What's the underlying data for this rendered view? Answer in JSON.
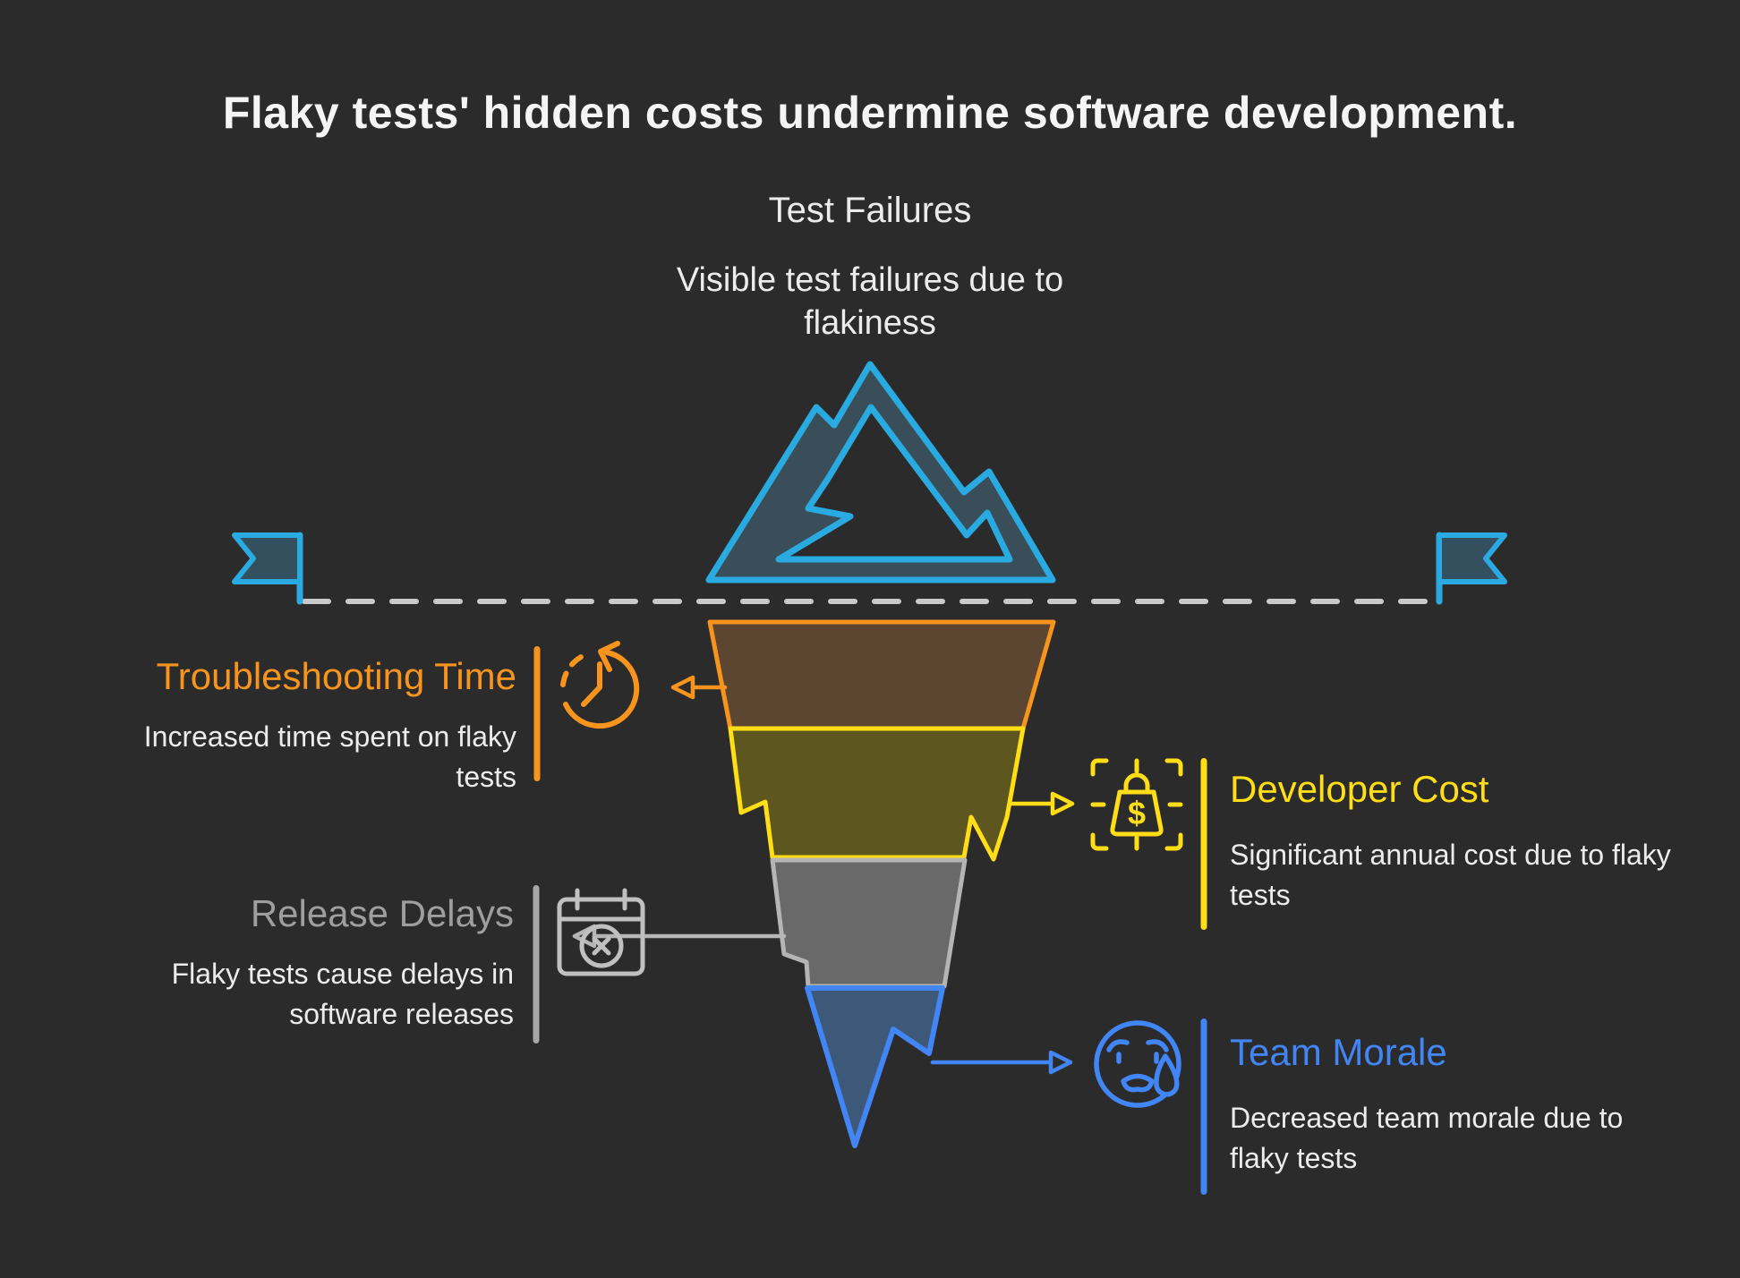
{
  "title": "Flaky tests' hidden costs undermine software development.",
  "top": {
    "heading": "Test Failures",
    "sub_line1": "Visible test failures due to",
    "sub_line2": "flakiness"
  },
  "sections": [
    {
      "id": "troubleshooting-time",
      "side": "left",
      "heading": "Troubleshooting Time",
      "body_line1": "Increased time spent on flaky tests",
      "body_line2": "",
      "icon": "history-clock-icon",
      "accent_color": "#F7941E"
    },
    {
      "id": "developer-cost",
      "side": "right",
      "heading": "Developer Cost",
      "body_line1": "Significant annual cost due to flaky",
      "body_line2": "tests",
      "icon": "money-bag-icon",
      "accent_color": "#FFDE17"
    },
    {
      "id": "release-delays",
      "side": "left",
      "heading": "Release Delays",
      "body_line1": "Flaky tests cause delays in",
      "body_line2": "software releases",
      "icon": "calendar-x-icon",
      "accent_color": "#9E9E9E"
    },
    {
      "id": "team-morale",
      "side": "right",
      "heading": "Team Morale",
      "body_line1": "Decreased team morale due to",
      "body_line2": "flaky tests",
      "icon": "crying-face-icon",
      "accent_color": "#4285F4"
    }
  ],
  "icons": {
    "dollar_glyph": "$"
  },
  "colors": {
    "background": "#2b2b2b",
    "title_text": "#f5f5f5",
    "body_text": "#ececec",
    "iceberg_cyan": "#29ABE2",
    "mountain_fill": "#3a4e5a",
    "flag_fill": "#344f5e",
    "waterline_gray": "#c9c9c9",
    "funnel_orange": "#F7941E",
    "funnel_orange_fill": "#5c4632",
    "funnel_yellow": "#FFDE17",
    "funnel_yellow_fill": "#5e561f",
    "funnel_gray": "#b5b5b5",
    "funnel_gray_fill": "#696969",
    "funnel_blue": "#4285F4",
    "funnel_blue_fill": "#3d5878"
  }
}
